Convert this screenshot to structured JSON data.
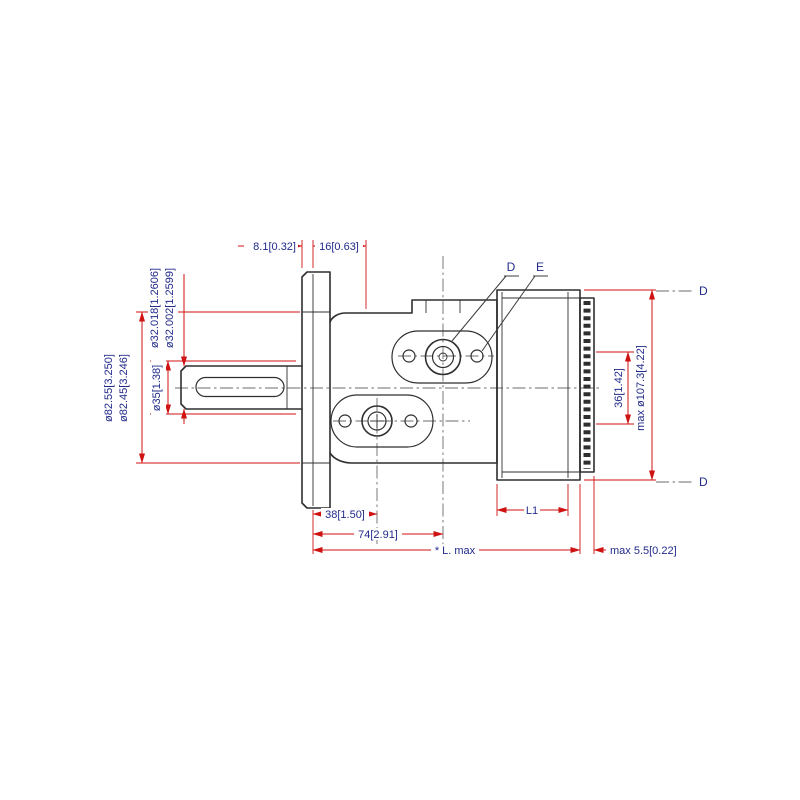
{
  "colors": {
    "background": "#ffffff",
    "outline": "#2f2f2f",
    "dimension": "#cf1313",
    "text": "#212a8a",
    "centerline": "#6b6b6b"
  },
  "drawing": {
    "labels": {
      "dim_8_1": "8.1[0.32]",
      "dim_16": "16[0.63]",
      "dia_82_55": "ø82.55[3.250]",
      "dia_82_45": "ø82.45[3.246]",
      "dia_32_018": "ø32.018[1.2606]",
      "dia_32_002": "ø32.002[1.2599]",
      "dia_35": "ø35[1.38]",
      "dim_36": "36[1.42]",
      "dia_107": "max ø107.3[4.22]",
      "dim_38": "38[1.50]",
      "dim_74": "74[2.91]",
      "l1": "L1",
      "l_max": "* L. max",
      "max_5_5": "max  5.5[0.22]",
      "port_d": "D",
      "port_e": "E",
      "section_d_top": "D",
      "section_d_bottom": "D"
    }
  }
}
